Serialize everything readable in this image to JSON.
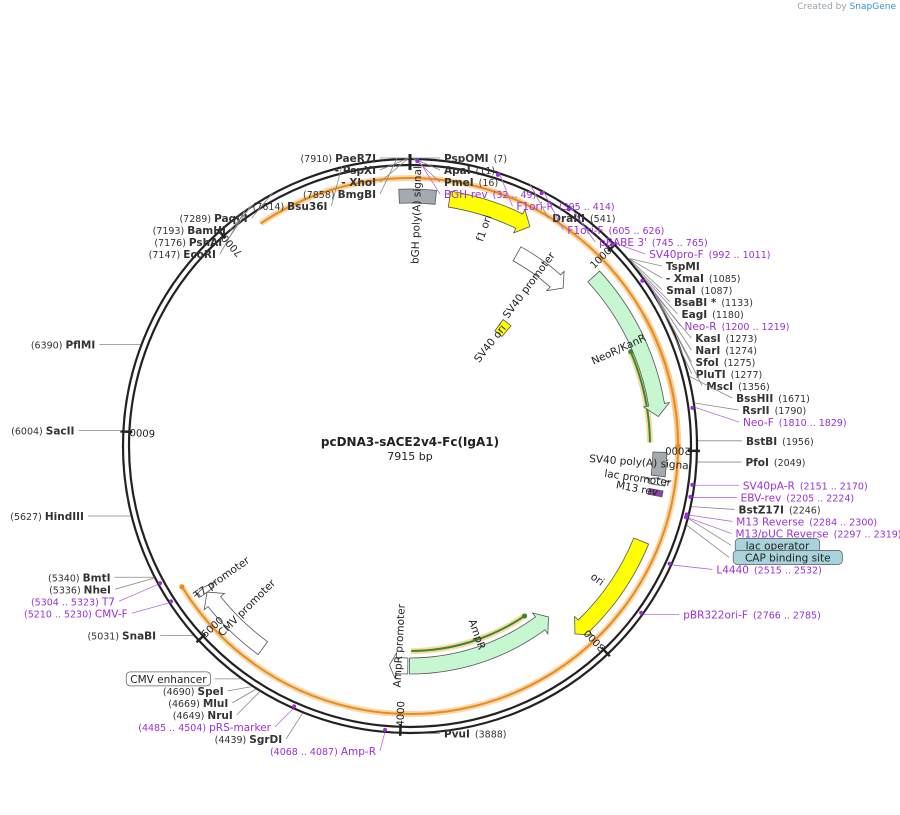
{
  "watermark": {
    "prefix": "Created by",
    "brand": "SnapGene"
  },
  "title": "pcDNA3-sACE2v4-Fc(IgA1)",
  "length": "7915 bp",
  "total_bp": 7915,
  "ticks": [
    {
      "bp": 1000,
      "label": "1000"
    },
    {
      "bp": 2000,
      "label": "2000"
    },
    {
      "bp": 3000,
      "label": "3000"
    },
    {
      "bp": 4000,
      "label": "4000"
    },
    {
      "bp": 5000,
      "label": "5000"
    },
    {
      "bp": 6000,
      "label": "6000"
    },
    {
      "bp": 7000,
      "label": "7000"
    }
  ],
  "sites": [
    {
      "bp": 7910,
      "label": "PaeR7I",
      "pos": "(7910)",
      "side": "left",
      "kind": "enzyme"
    },
    {
      "bp": 7910,
      "label": "- PspXI",
      "pos": "",
      "side": "left",
      "kind": "enzyme"
    },
    {
      "bp": 7910,
      "label": "- XhoI",
      "pos": "",
      "side": "left",
      "kind": "enzyme"
    },
    {
      "bp": 7858,
      "label": "BmgBI",
      "pos": "(7858)",
      "side": "left",
      "kind": "enzyme"
    },
    {
      "bp": 7614,
      "label": "Bsu36I",
      "pos": "(7614)",
      "side": "left",
      "kind": "enzyme"
    },
    {
      "bp": 7,
      "label": "PspOMI",
      "pos": "(7)",
      "side": "right",
      "kind": "enzyme"
    },
    {
      "bp": 11,
      "label": "ApaI",
      "pos": "(11)",
      "side": "right",
      "kind": "enzyme"
    },
    {
      "bp": 16,
      "label": "PmeI",
      "pos": "(16)",
      "side": "right",
      "kind": "enzyme"
    },
    {
      "bp": 32,
      "label": "BGH-rev",
      "pos": "(32 .. 49)",
      "side": "right",
      "kind": "primer"
    },
    {
      "bp": 395,
      "label": "F1ori-R",
      "pos": "(395 .. 414)",
      "side": "right",
      "kind": "primer"
    },
    {
      "bp": 541,
      "label": "DraIII",
      "pos": "(541)",
      "side": "right",
      "kind": "enzyme"
    },
    {
      "bp": 605,
      "label": "F1ori-F",
      "pos": "(605 .. 626)",
      "side": "right",
      "kind": "primer"
    },
    {
      "bp": 745,
      "label": "pBABE 3'",
      "pos": "(745 .. 765)",
      "side": "right",
      "kind": "primer"
    },
    {
      "bp": 992,
      "label": "SV40pro-F",
      "pos": "(992 .. 1011)",
      "side": "right",
      "kind": "primer"
    },
    {
      "bp": 1085,
      "label": "TspMI",
      "pos": "",
      "side": "right",
      "kind": "enzyme"
    },
    {
      "bp": 1085,
      "label": "- XmaI",
      "pos": "(1085)",
      "side": "right",
      "kind": "enzyme"
    },
    {
      "bp": 1087,
      "label": "SmaI",
      "pos": "(1087)",
      "side": "right",
      "kind": "enzyme"
    },
    {
      "bp": 1133,
      "label": "BsaBI",
      "pos": "(1133)",
      "side": "right",
      "kind": "enzyme",
      "star": "*"
    },
    {
      "bp": 1180,
      "label": "EagI",
      "pos": "(1180)",
      "side": "right",
      "kind": "enzyme"
    },
    {
      "bp": 1200,
      "label": "Neo-R",
      "pos": "(1200 .. 1219)",
      "side": "right",
      "kind": "primer"
    },
    {
      "bp": 1273,
      "label": "KasI",
      "pos": "(1273)",
      "side": "right",
      "kind": "enzyme"
    },
    {
      "bp": 1274,
      "label": "NarI",
      "pos": "(1274)",
      "side": "right",
      "kind": "enzyme"
    },
    {
      "bp": 1275,
      "label": "SfoI",
      "pos": "(1275)",
      "side": "right",
      "kind": "enzyme"
    },
    {
      "bp": 1277,
      "label": "PluTI",
      "pos": "(1277)",
      "side": "right",
      "kind": "enzyme"
    },
    {
      "bp": 1356,
      "label": "MscI",
      "pos": "(1356)",
      "side": "right",
      "kind": "enzyme"
    },
    {
      "bp": 1671,
      "label": "BssHII",
      "pos": "(1671)",
      "side": "right",
      "kind": "enzyme"
    },
    {
      "bp": 1790,
      "label": "RsrII",
      "pos": "(1790)",
      "side": "right",
      "kind": "enzyme"
    },
    {
      "bp": 1810,
      "label": "Neo-F",
      "pos": "(1810 .. 1829)",
      "side": "right",
      "kind": "primer"
    },
    {
      "bp": 1956,
      "label": "BstBI",
      "pos": "(1956)",
      "side": "right",
      "kind": "enzyme"
    },
    {
      "bp": 2049,
      "label": "PfoI",
      "pos": "(2049)",
      "side": "right",
      "kind": "enzyme"
    },
    {
      "bp": 2151,
      "label": "SV40pA-R",
      "pos": "(2151 .. 2170)",
      "side": "right",
      "kind": "primer"
    },
    {
      "bp": 2205,
      "label": "EBV-rev",
      "pos": "(2205 .. 2224)",
      "side": "right",
      "kind": "primer"
    },
    {
      "bp": 2246,
      "label": "BstZ17I",
      "pos": "(2246)",
      "side": "right",
      "kind": "enzyme"
    },
    {
      "bp": 2284,
      "label": "M13 Reverse",
      "pos": "(2284 .. 2300)",
      "side": "right",
      "kind": "primer"
    },
    {
      "bp": 2300,
      "label": "lac operator",
      "pos": "",
      "side": "right",
      "kind": "boxed"
    },
    {
      "bp": 2297,
      "label": "M13/pUC Reverse",
      "pos": "(2297 .. 2319)",
      "side": "right",
      "kind": "primer"
    },
    {
      "bp": 2330,
      "label": "CAP binding site",
      "pos": "",
      "side": "right",
      "kind": "boxed"
    },
    {
      "bp": 2515,
      "label": "L4440",
      "pos": "(2515 .. 2532)",
      "side": "right",
      "kind": "primer"
    },
    {
      "bp": 2766,
      "label": "pBR322ori-F",
      "pos": "(2766 .. 2785)",
      "side": "right",
      "kind": "primer"
    },
    {
      "bp": 3888,
      "label": "PvuI",
      "pos": "(3888)",
      "side": "right",
      "kind": "enzyme"
    },
    {
      "bp": 4068,
      "label": "Amp-R",
      "pos": "(4068 .. 4087)",
      "side": "left",
      "kind": "primer"
    },
    {
      "bp": 4439,
      "label": "SgrDI",
      "pos": "(4439)",
      "side": "left",
      "kind": "enzyme"
    },
    {
      "bp": 4485,
      "label": "pRS-marker",
      "pos": "(4485 .. 4504)",
      "side": "left",
      "kind": "primer"
    },
    {
      "bp": 4649,
      "label": "NruI",
      "pos": "(4649)",
      "side": "left",
      "kind": "enzyme"
    },
    {
      "bp": 4669,
      "label": "MluI",
      "pos": "(4669)",
      "side": "left",
      "kind": "enzyme"
    },
    {
      "bp": 4690,
      "label": "SpeI",
      "pos": "(4690)",
      "side": "left",
      "kind": "enzyme"
    },
    {
      "bp": 4750,
      "label": "CMV enhancer",
      "pos": "",
      "side": "left",
      "kind": "boxed-white"
    },
    {
      "bp": 5031,
      "label": "SnaBI",
      "pos": "(5031)",
      "side": "left",
      "kind": "enzyme"
    },
    {
      "bp": 5210,
      "label": "CMV-F",
      "pos": "(5210 .. 5230)",
      "side": "left",
      "kind": "primer"
    },
    {
      "bp": 5304,
      "label": "T7",
      "pos": "(5304 .. 5323)",
      "side": "left",
      "kind": "primer"
    },
    {
      "bp": 5336,
      "label": "NheI",
      "pos": "(5336)",
      "side": "left",
      "kind": "enzyme"
    },
    {
      "bp": 5340,
      "label": "BmtI",
      "pos": "(5340)",
      "side": "left",
      "kind": "enzyme"
    },
    {
      "bp": 5627,
      "label": "HindIII",
      "pos": "(5627)",
      "side": "left",
      "kind": "enzyme"
    },
    {
      "bp": 6004,
      "label": "SacII",
      "pos": "(6004)",
      "side": "left",
      "kind": "enzyme"
    },
    {
      "bp": 6390,
      "label": "PflMI",
      "pos": "(6390)",
      "side": "left",
      "kind": "enzyme"
    },
    {
      "bp": 7147,
      "label": "EcoRI",
      "pos": "(7147)",
      "side": "left",
      "kind": "enzyme"
    },
    {
      "bp": 7176,
      "label": "PshAI",
      "pos": "(7176)",
      "side": "left",
      "kind": "enzyme"
    },
    {
      "bp": 7193,
      "label": "BamHI",
      "pos": "(7193)",
      "side": "left",
      "kind": "enzyme"
    },
    {
      "bp": 7289,
      "label": "PaqCI",
      "pos": "(7289)",
      "side": "left",
      "kind": "enzyme"
    }
  ],
  "features": [
    {
      "name": "bGH poly(A) signal",
      "start": 7860,
      "end": 130,
      "direction": 0,
      "color": "#a5aab0",
      "track": 1
    },
    {
      "name": "f1 ori",
      "start": 200,
      "end": 630,
      "direction": 1,
      "color": "#ffff00",
      "track": 1
    },
    {
      "name": "SV40 promoter",
      "start": 640,
      "end": 970,
      "direction": 1,
      "color": "#ffffff",
      "track": 2
    },
    {
      "name": "SV40 ori",
      "start": 800,
      "end": 880,
      "direction": 0,
      "color": "#ffff00",
      "track": 4
    },
    {
      "name": "NeoR/KanR",
      "start": 1040,
      "end": 1830,
      "direction": 1,
      "color": "#c6f7d0",
      "track": 1
    },
    {
      "name": "SV40 poly(A) signal",
      "start": 2010,
      "end": 2130,
      "direction": 0,
      "color": "#a5aab0",
      "track": 1
    },
    {
      "name": "lac promoter",
      "start": 2140,
      "end": 2175,
      "direction": -1,
      "color": "#ffffff",
      "track": 1
    },
    {
      "name": "M13 rev",
      "start": 2200,
      "end": 2230,
      "direction": 0,
      "color": "#8844aa",
      "track": 1
    },
    {
      "name": "ori",
      "start": 2470,
      "end": 3050,
      "direction": 1,
      "color": "#ffff00",
      "track": 1
    },
    {
      "name": "AmpR promoter",
      "start": 3970,
      "end": 4075,
      "direction": 1,
      "color": "#ffffff",
      "track": 2
    },
    {
      "name": "AmpR",
      "start": 3100,
      "end": 3960,
      "direction": -1,
      "color": "#c6f7d0",
      "track": 2
    },
    {
      "name": "CMV promoter",
      "start": 4750,
      "end": 5150,
      "direction": 1,
      "color": "#ffffff",
      "track": 1
    },
    {
      "name": "T7 promoter",
      "start": 5150,
      "end": 5180,
      "direction": 1,
      "color": "#ffffff",
      "track": 1
    }
  ],
  "orfs": [
    {
      "start": 7170,
      "end": 5240,
      "direction": 1,
      "color": "#e98b1d"
    },
    {
      "start": 1330,
      "end": 1980,
      "direction": 1,
      "color": "#e98b1d"
    },
    {
      "start": 1470,
      "end": 1960,
      "direction": -1,
      "color": "#3a8a24"
    },
    {
      "start": 3210,
      "end": 3950,
      "direction": -1,
      "color": "#3a8a24"
    }
  ]
}
